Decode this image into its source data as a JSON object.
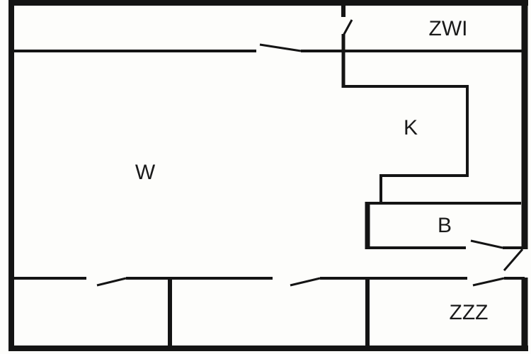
{
  "rooms": {
    "zwi": "ZWI",
    "k": "K",
    "w": "W",
    "b": "B",
    "zzz": "ZZZ"
  },
  "colors": {
    "wall": "#141414",
    "background": "#fdfdfb"
  }
}
